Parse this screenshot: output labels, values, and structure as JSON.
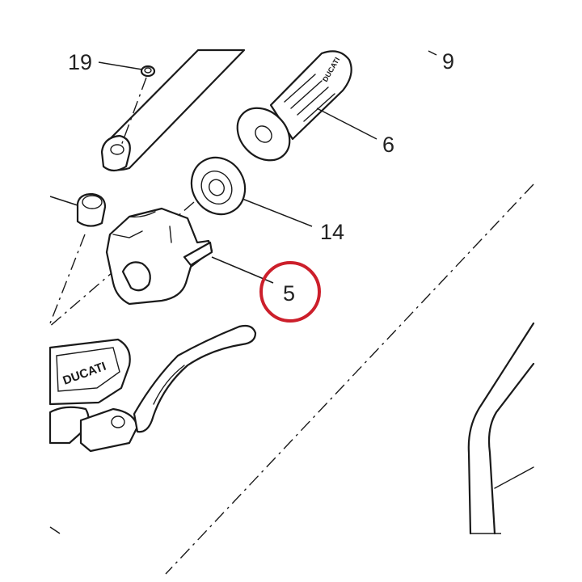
{
  "diagram": {
    "callouts": [
      {
        "id": "19",
        "label": "19"
      },
      {
        "id": "9",
        "label": "9"
      },
      {
        "id": "6",
        "label": "6"
      },
      {
        "id": "14",
        "label": "14"
      },
      {
        "id": "5",
        "label": "5",
        "highlighted": true
      }
    ],
    "brand_mark": "DUCATI",
    "grip_mark": "DUCATI",
    "highlight_color": "#cc1f2b"
  }
}
